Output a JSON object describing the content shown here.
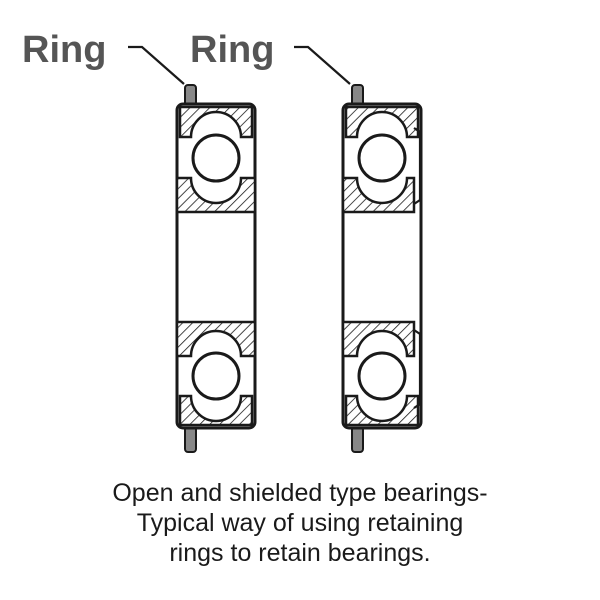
{
  "labels": {
    "left_ring": "Ring",
    "right_ring": "Ring"
  },
  "caption": {
    "line1": "Open and shielded type bearings-",
    "line2": "Typical way of using retaining",
    "line3": "rings to retain bearings."
  },
  "bearings": [
    {
      "type": "open"
    },
    {
      "type": "shielded"
    }
  ],
  "colors": {
    "label": "#555555",
    "stroke": "#1a1a1a",
    "ring_fill": "#888888",
    "background": "#ffffff"
  }
}
